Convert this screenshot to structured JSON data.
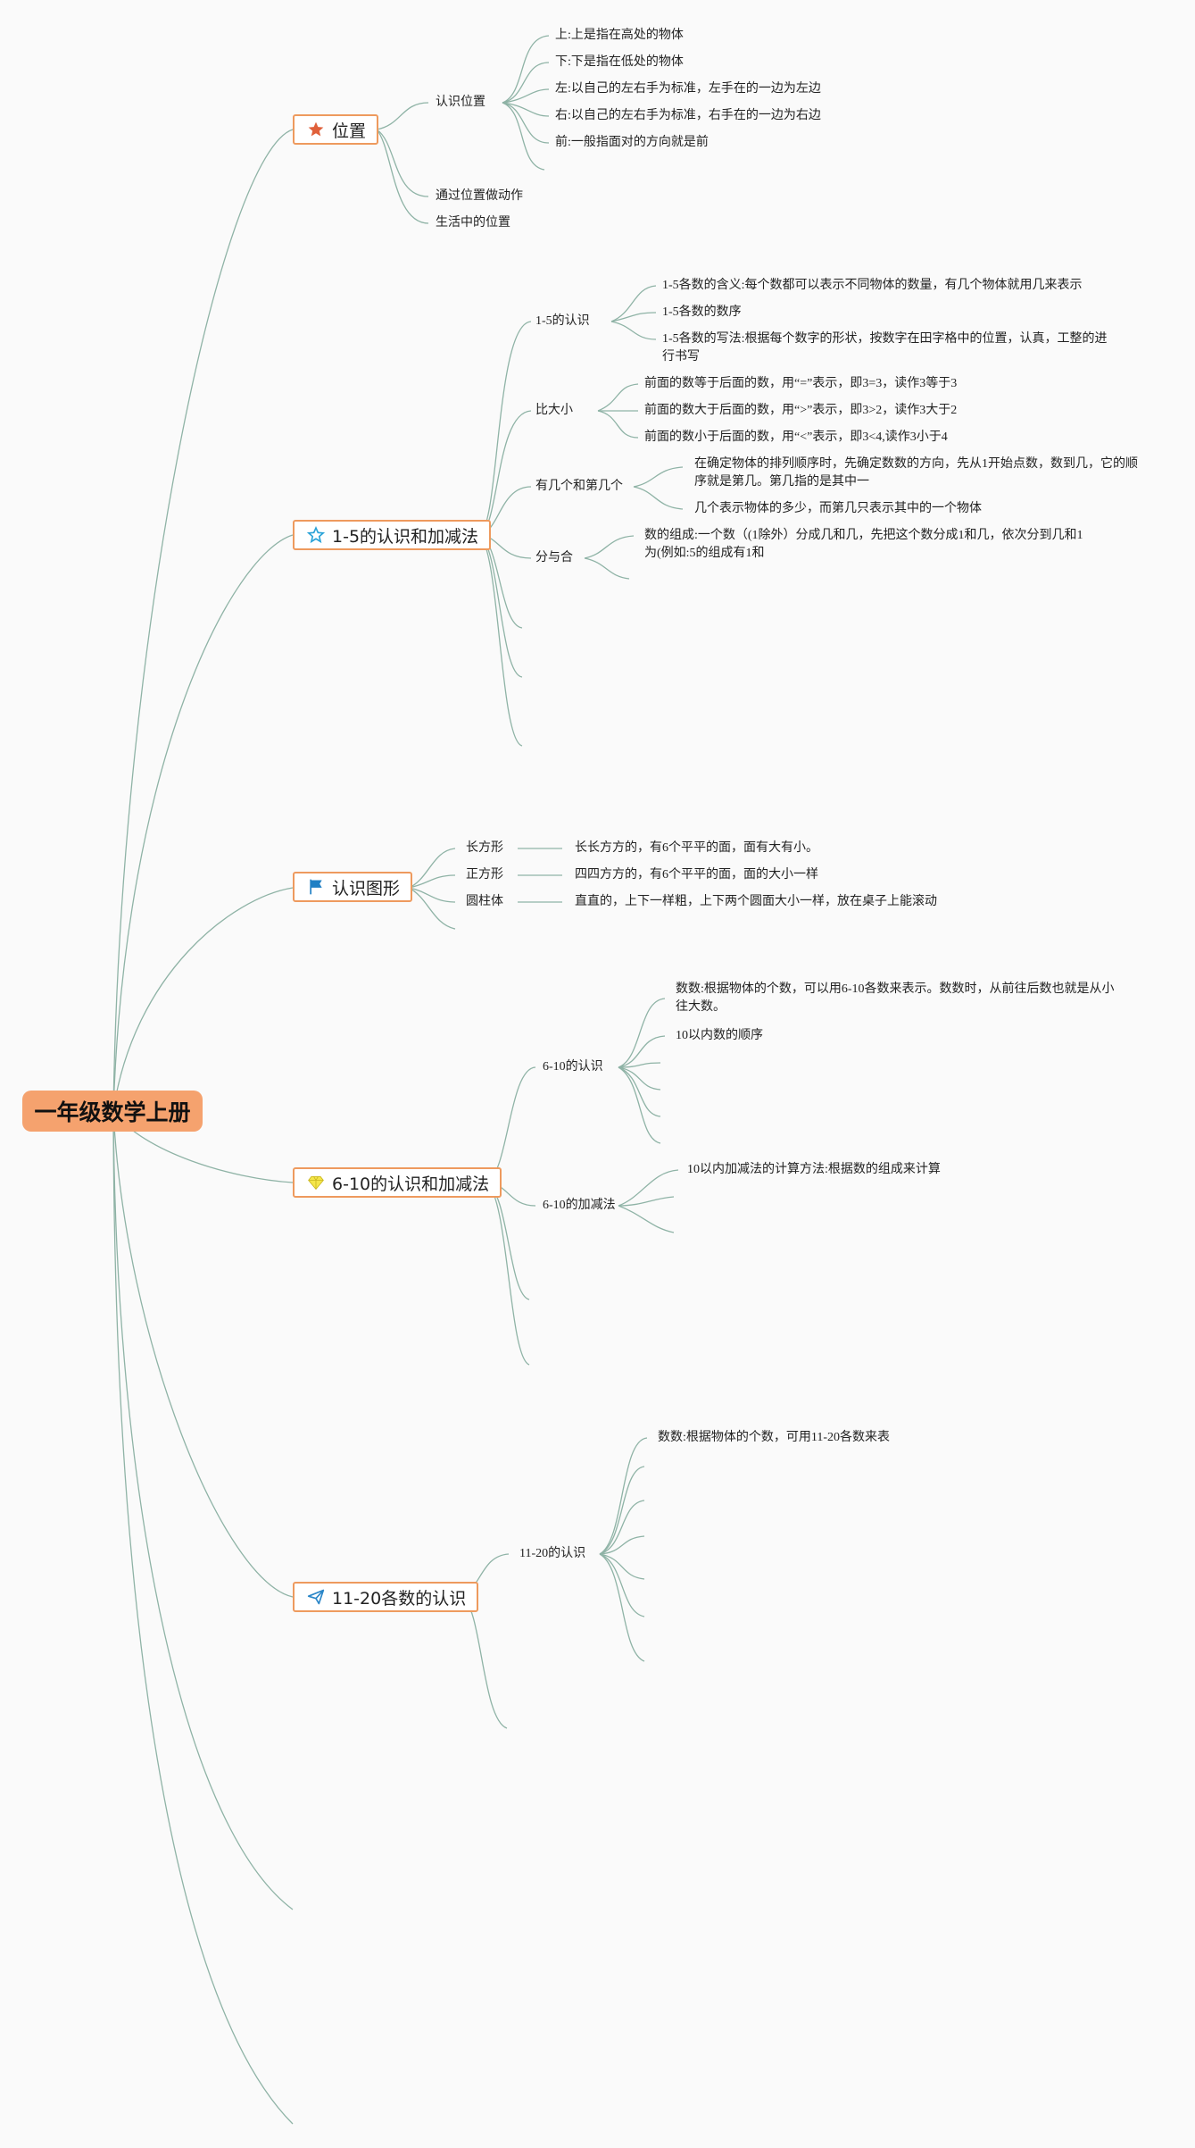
{
  "root": {
    "title": "一年级数学上册"
  },
  "branches": {
    "b1": {
      "label": "位置",
      "icon": "star-filled-icon"
    },
    "b2": {
      "label": "1-5的认识和加减法",
      "icon": "star-outline-icon"
    },
    "b3": {
      "label": "认识图形",
      "icon": "flag-icon"
    },
    "b4": {
      "label": "6-10的认识和加减法",
      "icon": "diamond-icon"
    },
    "b5": {
      "label": "11-20各数的认识",
      "icon": "paper-plane-icon"
    }
  },
  "topics": {
    "pos_recognize": "认识位置",
    "pos_action": "通过位置做动作",
    "pos_life": "生活中的位置",
    "n15_recognize": "1-5的认识",
    "n15_compare": "比大小",
    "n15_howmany": "有几个和第几个",
    "n15_split": "分与合",
    "shape_rect": "长方形",
    "shape_square": "正方形",
    "shape_cyl": "圆柱体",
    "n610_recognize": "6-10的认识",
    "n610_addsub": "6-10的加减法",
    "n1120_recognize": "11-20的认识"
  },
  "details": {
    "pos_up": "上:上是指在高处的物体",
    "pos_down": "下:下是指在低处的物体",
    "pos_left": "左:以自己的左右手为标准，左手在的一边为左边",
    "pos_right": "右:以自己的左右手为标准，右手在的一边为右边",
    "pos_front": "前:一般指面对的方向就是前",
    "n15_meaning": "1-5各数的含义:每个数都可以表示不同物体的数量，有几个物体就用几来表示",
    "n15_order": "1-5各数的数序",
    "n15_writing": "1-5各数的写法:根据每个数字的形状，按数字在田字格中的位置，认真，工整的进行书写",
    "cmp_equal": "前面的数等于后面的数，用“=”表示，即3=3，读作3等于3",
    "cmp_greater": "前面的数大于后面的数，用“>”表示，即3>2，读作3大于2",
    "cmp_less": "前面的数小于后面的数，用“<”表示，即3<4,读作3小于4",
    "howmany_ordinal": "在确定物体的排列顺序时，先确定数数的方向，先从1开始点数，数到几，它的顺序就是第几。第几指的是其中一",
    "howmany_count": "几个表示物体的多少，而第几只表示其中的一个物体",
    "split_compose": "数的组成:一个数（(1除外）分成几和几，先把这个数分成1和几，依次分到几和1为(例如:5的组成有1和",
    "rect_desc": "长长方方的，有6个平平的面，面有大有小。",
    "square_desc": "四四方方的，有6个平平的面，面的大小一样",
    "cyl_desc": "直直的，上下一样粗，上下两个圆面大小一样，放在桌子上能滚动",
    "n610_count": "数数:根据物体的个数，可以用6-10各数来表示。数数时，从前往后数也就是从小往大数。",
    "n610_order": "10以内数的顺序",
    "n610_method": "10以内加减法的计算方法:根据数的组成来计算",
    "n1120_count": "数数:根据物体的个数，可用11-20各数来表"
  },
  "colors": {
    "root_fill": "#f5a26e",
    "branch_border": "#ee9a5e",
    "link": "#8fb3a6"
  }
}
